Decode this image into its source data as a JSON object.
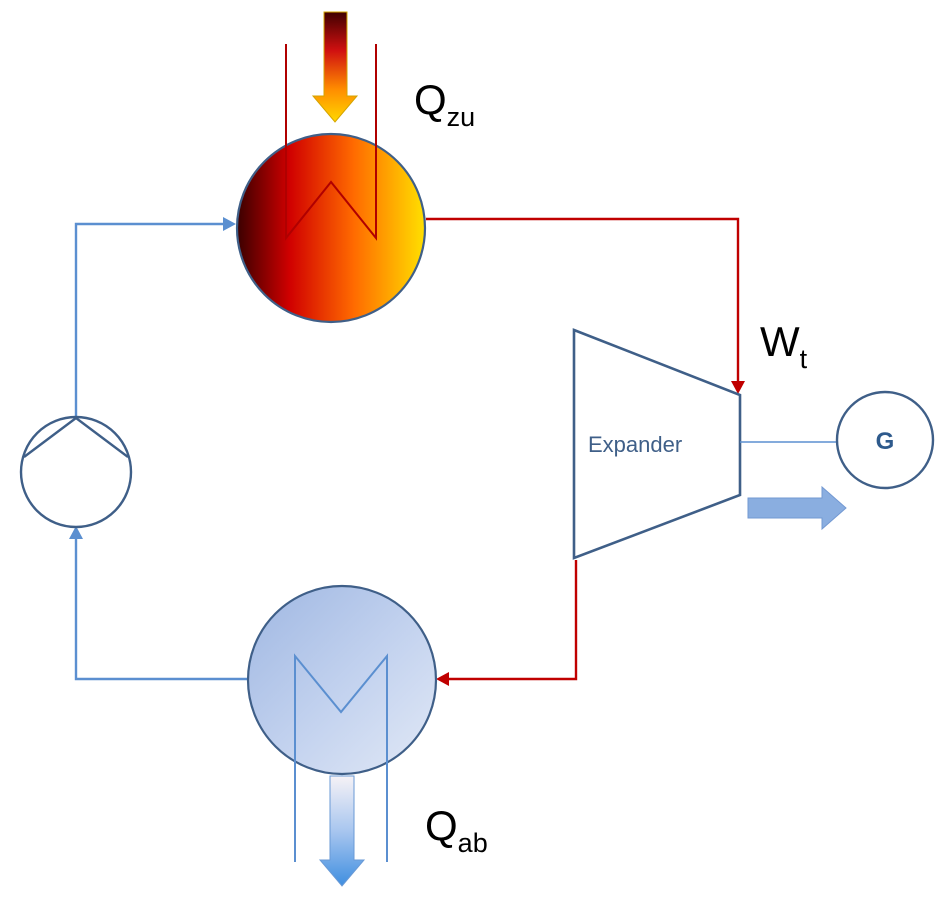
{
  "labels": {
    "heat_in_main": "Q",
    "heat_in_sub": "zu",
    "work_main": "W",
    "work_sub": "t",
    "heat_out_main": "Q",
    "heat_out_sub": "ab",
    "expander": "Expander",
    "generator": "G"
  },
  "colors": {
    "hot_pipe": "#c00000",
    "cold_pipe": "#5b8fd0",
    "outline": "#3f5f88"
  }
}
